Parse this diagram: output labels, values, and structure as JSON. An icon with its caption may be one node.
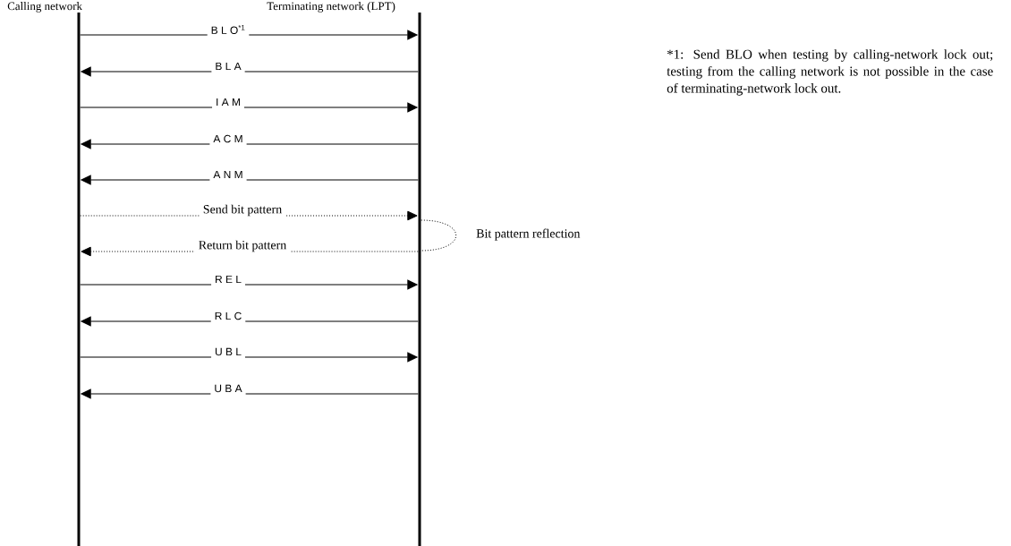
{
  "diagram": {
    "nodes": [
      {
        "text": [
          "Calling network"
        ]
      },
      {
        "text": [
          "Terminating network (LPT)"
        ]
      }
    ],
    "edges": [
      {
        "from": 0,
        "to": 1,
        "arrow": "to",
        "label": "B L O$^{*1}$"
      },
      {
        "from": 1,
        "to": 0,
        "arrow": "to",
        "label": "B L A"
      },
      {
        "from": 0,
        "to": 1,
        "arrow": "to",
        "label": "I A M"
      },
      {
        "from": 1,
        "to": 0,
        "arrow": "to",
        "label": "A C M"
      },
      {
        "from": 1,
        "to": 0,
        "arrow": "to",
        "label": "A N M"
      },
      {
        "from": 0,
        "to": 1,
        "arrow": "to",
        "label": "Send bit pattern",
        "style": "dashed"
      },
      {
        "from": 1,
        "to": 1,
        "arrow": "none",
        "label": "Bit pattern reflection",
        "style": "dashed"
      },
      {
        "from": 1,
        "to": 0,
        "arrow": "to",
        "label": "Return bit pattern",
        "style": "dashed"
      },
      {
        "from": 0,
        "to": 1,
        "arrow": "to",
        "label": "R E L"
      },
      {
        "from": 1,
        "to": 0,
        "arrow": "to",
        "label": "R L C"
      },
      {
        "from": 0,
        "to": 1,
        "arrow": "to",
        "label": "U B L"
      },
      {
        "from": 1,
        "to": 0,
        "arrow": "to",
        "label": "U B A"
      }
    ],
    "labels": [
      "*1: Send BLO when testing by calling-network lock out; testing from the calling network is not possible in the case of terminating-network lock out."
    ]
  }
}
